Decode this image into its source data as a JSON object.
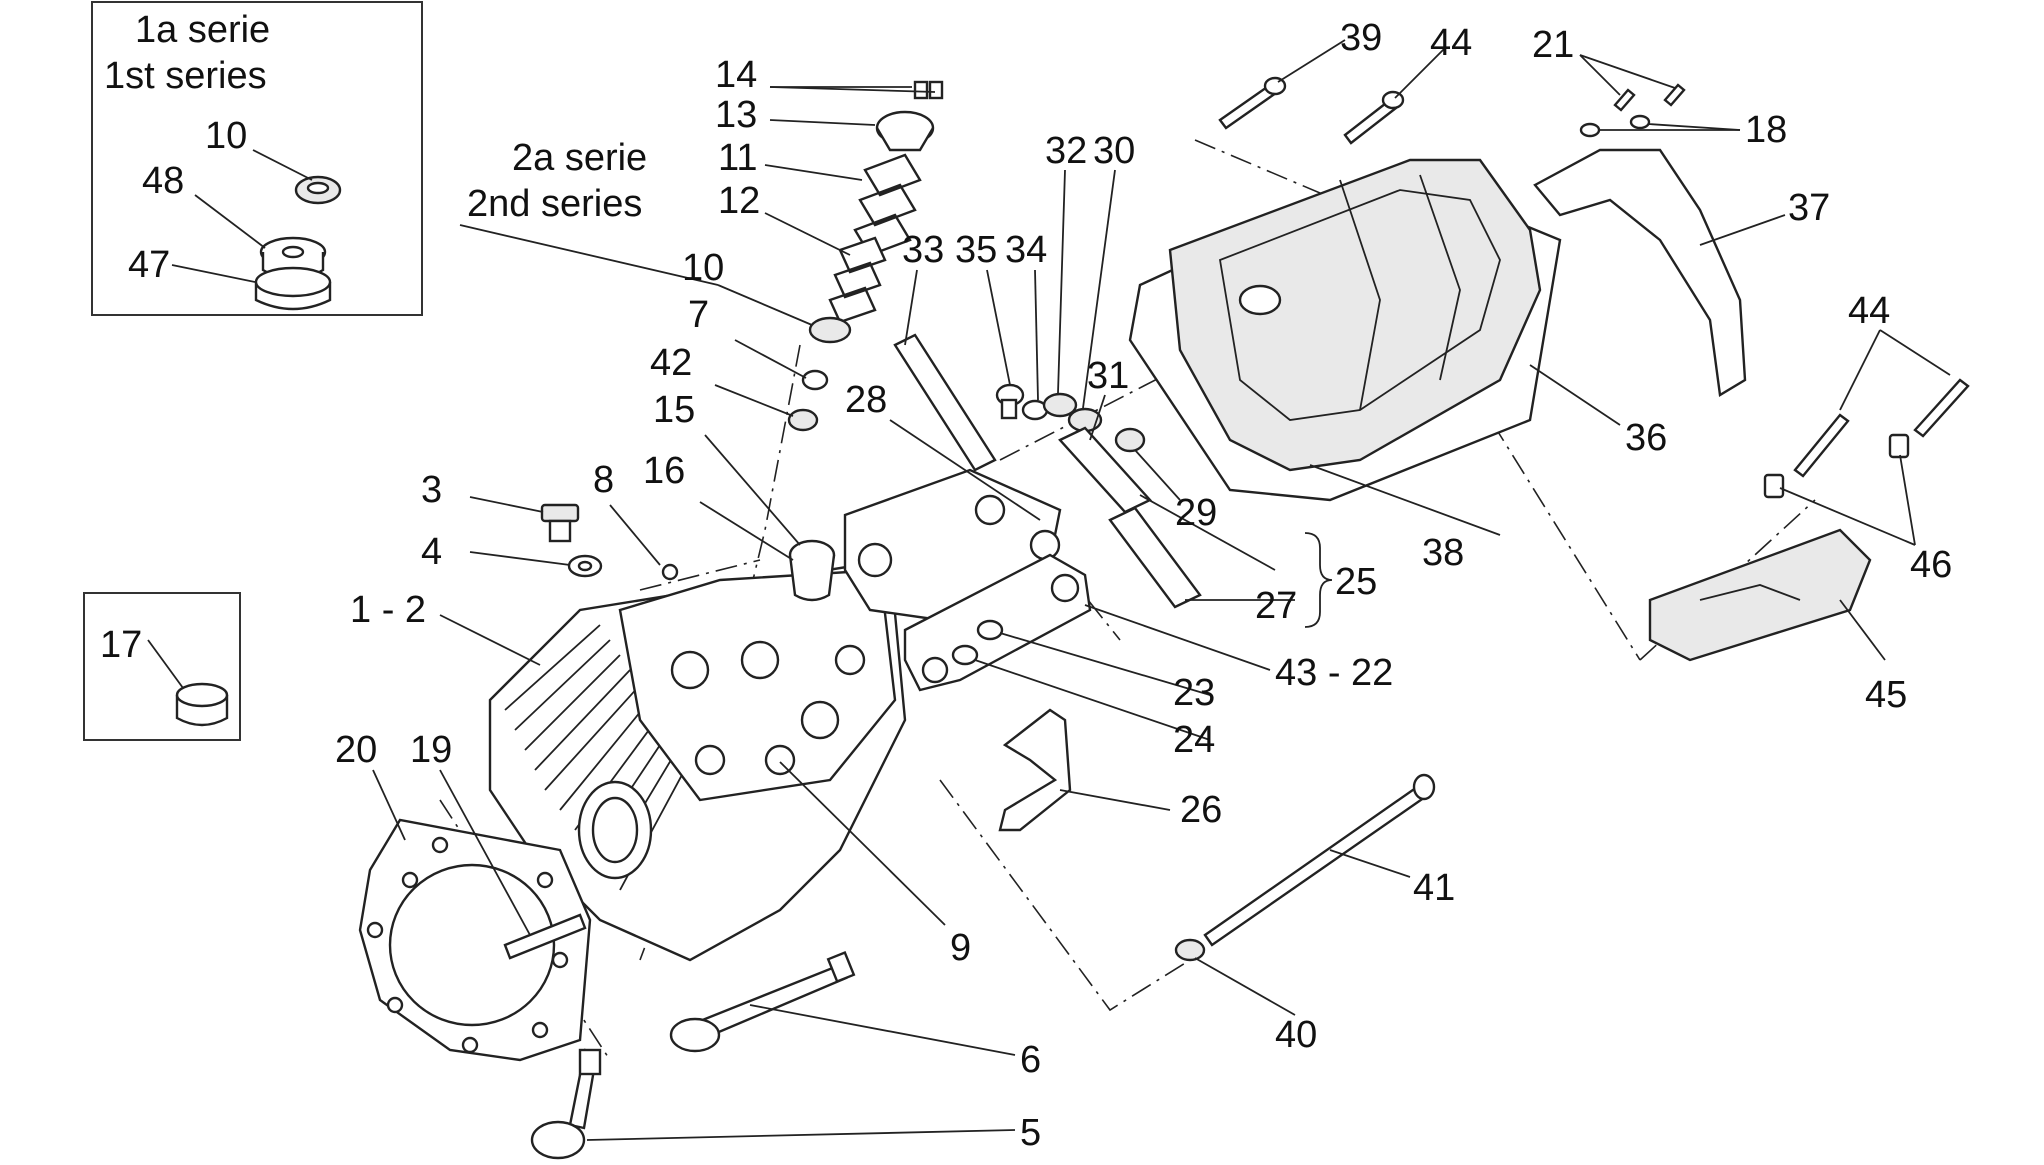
{
  "series_1": {
    "it": "1a serie",
    "en": "1st series"
  },
  "series_2": {
    "it": "2a serie",
    "en": "2nd series"
  },
  "labels": {
    "l10a": "10",
    "l48": "48",
    "l47": "47",
    "l17": "17",
    "l14": "14",
    "l13": "13",
    "l11": "11",
    "l12": "12",
    "l10b": "10",
    "l7": "7",
    "l42": "42",
    "l15": "15",
    "l16": "16",
    "l8": "8",
    "l3": "3",
    "l4": "4",
    "l1_2": "1 - 2",
    "l20": "20",
    "l19": "19",
    "l9": "9",
    "l6": "6",
    "l5": "5",
    "l28": "28",
    "l33": "33",
    "l35": "35",
    "l34": "34",
    "l32": "32",
    "l30": "30",
    "l31": "31",
    "l29": "29",
    "l27": "27",
    "l25": "25",
    "l43_22": "43 - 22",
    "l23": "23",
    "l24": "24",
    "l26": "26",
    "l41": "41",
    "l40": "40",
    "l39": "39",
    "l44a": "44",
    "l21": "21",
    "l18": "18",
    "l37": "37",
    "l36": "36",
    "l38": "38",
    "l44b": "44",
    "l46": "46",
    "l45": "45"
  }
}
